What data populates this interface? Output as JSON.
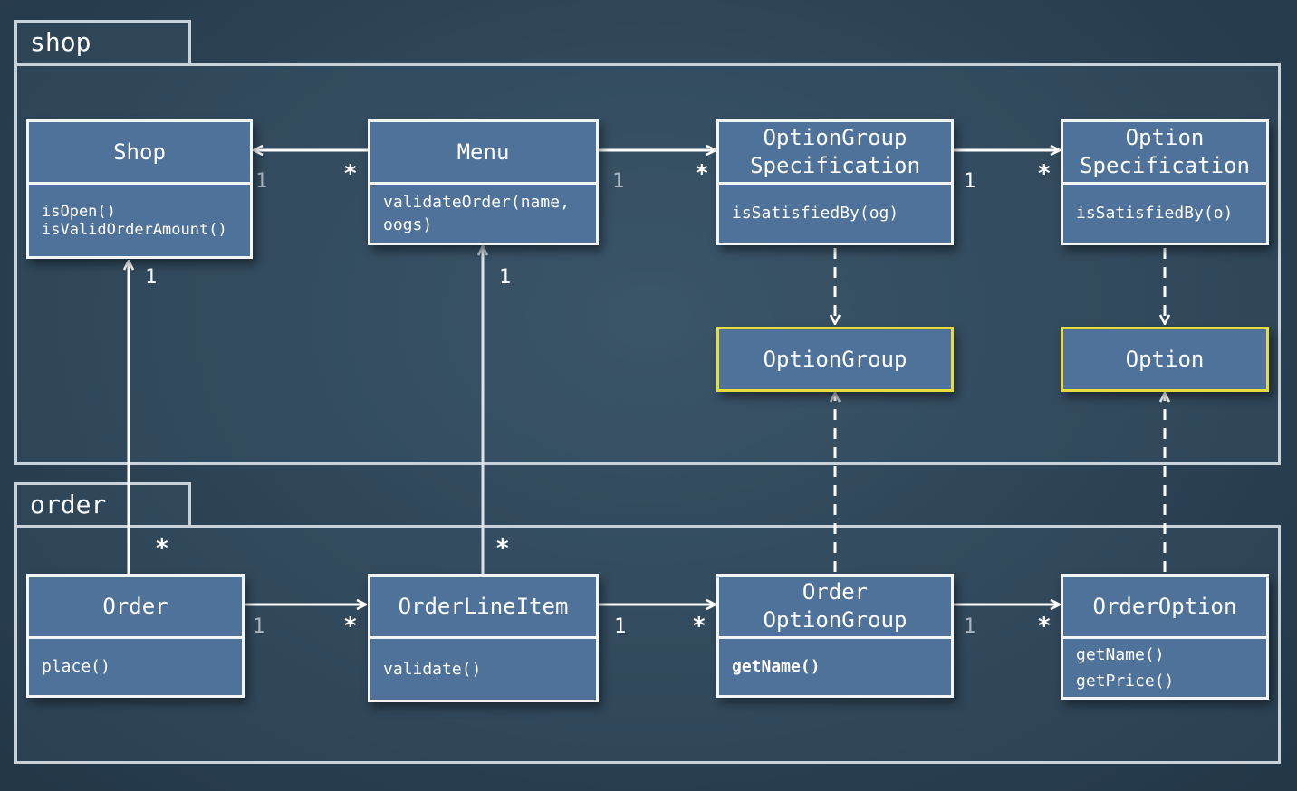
{
  "packages": {
    "shop": {
      "label": "shop"
    },
    "order": {
      "label": "order"
    }
  },
  "classes": {
    "shop": {
      "name": "Shop",
      "operations": [
        "isOpen()",
        "isValidOrderAmount()"
      ]
    },
    "menu": {
      "name": "Menu",
      "operations": [
        "validateOrder(name,",
        "oogs)"
      ]
    },
    "option_group_spec": {
      "name": "OptionGroup\nSpecification",
      "operations": [
        "isSatisfiedBy(og)"
      ]
    },
    "option_spec": {
      "name": "Option\nSpecification",
      "operations": [
        "isSatisfiedBy(o)"
      ]
    },
    "option_group": {
      "name": "OptionGroup"
    },
    "option": {
      "name": "Option"
    },
    "order": {
      "name": "Order",
      "operations": [
        "place()"
      ]
    },
    "order_line_item": {
      "name": "OrderLineItem",
      "operations": [
        "validate()"
      ]
    },
    "order_option_group": {
      "name": "Order\nOptionGroup",
      "operations": [
        "getName()"
      ]
    },
    "order_option": {
      "name": "OrderOption",
      "operations": [
        "getName()",
        "getPrice()"
      ]
    }
  },
  "multiplicities": {
    "menu_shop_one": "1",
    "menu_shop_many": "*",
    "menu_ogs_one": "1",
    "menu_ogs_many": "*",
    "ogs_os_one": "1",
    "ogs_os_many": "*",
    "order_shop_one": "1",
    "order_shop_many": "*",
    "oli_menu_one": "1",
    "oli_menu_many": "*",
    "order_oli_one": "1",
    "order_oli_many": "*",
    "oli_oog_one": "1",
    "oli_oog_many": "*",
    "oog_oo_one": "1",
    "oog_oo_many": "*"
  },
  "colors": {
    "class_fill": "#4f729a",
    "class_border": "#f2f4f6",
    "highlight_border": "#e6dc3c",
    "package_border": "#c9d2d8"
  }
}
